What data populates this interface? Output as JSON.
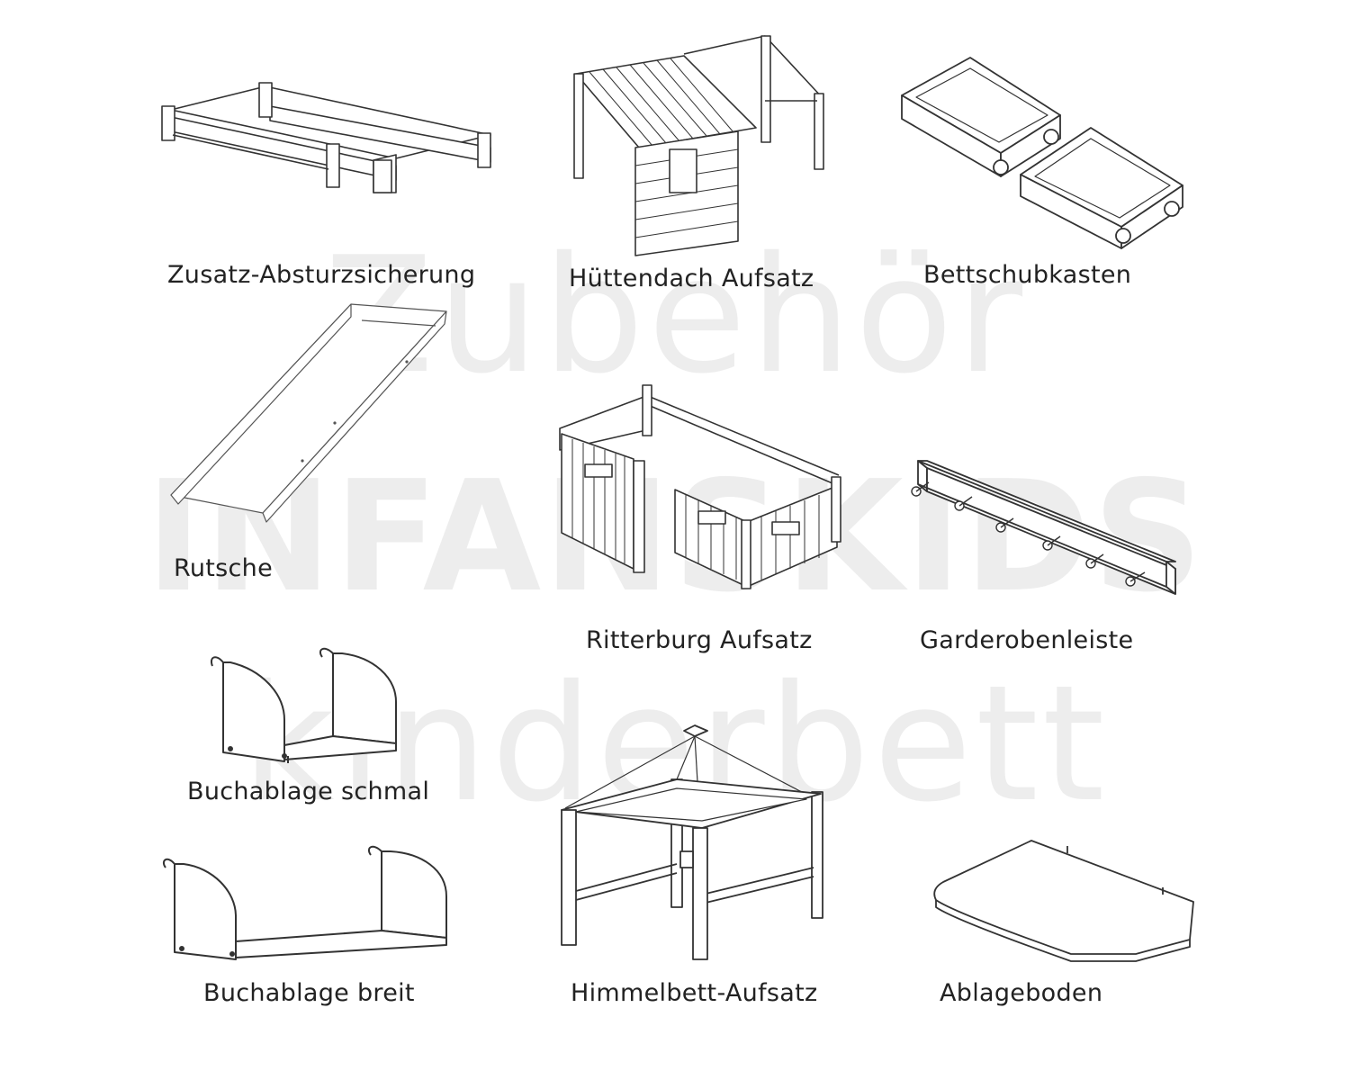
{
  "watermark": {
    "line1": "Zubehör",
    "line2": "INFANSKIDS",
    "line3": "kinderbett"
  },
  "items": [
    {
      "label": "Zusatz-Absturzsicherung",
      "icon": "fall-guard-icon"
    },
    {
      "label": "Hüttendach Aufsatz",
      "icon": "hut-roof-icon"
    },
    {
      "label": "Bettschubkasten",
      "icon": "bed-drawer-icon"
    },
    {
      "label": "Rutsche",
      "icon": "slide-icon"
    },
    {
      "label": "Ritterburg Aufsatz",
      "icon": "castle-top-icon"
    },
    {
      "label": "Garderobenleiste",
      "icon": "coat-rack-icon"
    },
    {
      "label": "Buchablage schmal",
      "icon": "bookshelf-narrow-icon"
    },
    {
      "label": "Buchablage breit",
      "icon": "bookshelf-wide-icon"
    },
    {
      "label": "Himmelbett-Aufsatz",
      "icon": "canopy-frame-icon"
    },
    {
      "label": "Ablageboden",
      "icon": "shelf-board-icon"
    }
  ]
}
